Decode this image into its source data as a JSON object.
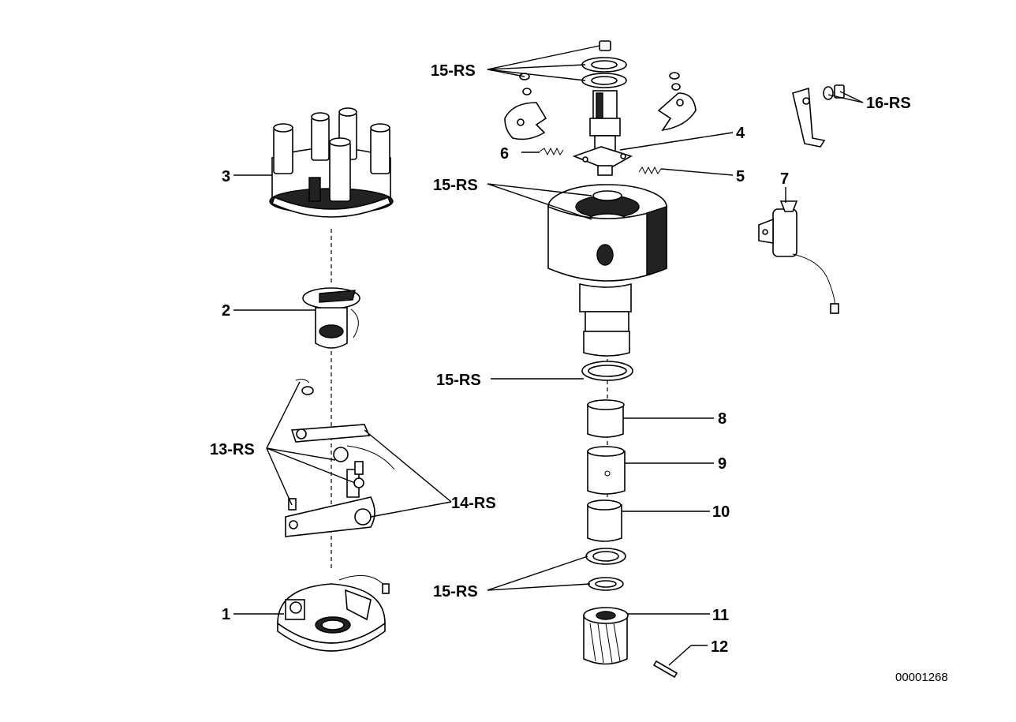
{
  "diagram": {
    "callouts": {
      "p1": "1",
      "p2": "2",
      "p3": "3",
      "p4": "4",
      "p5": "5",
      "p6": "6",
      "p7": "7",
      "p8": "8",
      "p9": "9",
      "p10": "10",
      "p11": "11",
      "p12": "12",
      "p13": "13-RS",
      "p14": "14-RS",
      "p15a": "15-RS",
      "p15b": "15-RS",
      "p15c": "15-RS",
      "p15d": "15-RS",
      "p16": "16-RS"
    },
    "document_number": "00001268"
  }
}
